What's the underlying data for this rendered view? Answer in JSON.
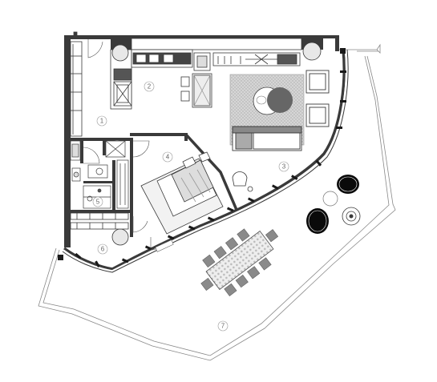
{
  "rooms": [
    {
      "number": "1"
    },
    {
      "number": "2"
    },
    {
      "number": "3"
    },
    {
      "number": "4"
    },
    {
      "number": "5"
    },
    {
      "number": "6"
    },
    {
      "number": "7"
    }
  ],
  "colors": {
    "wall": "#3a3a3a",
    "furniture": "#555555",
    "rug": "#c9c9c9",
    "chair": "#8a8a8a",
    "table_top": "#e2e2e2",
    "shrub": "#0a0a0a",
    "coffee_table": "#6e6e6e",
    "label_circle": "#999999"
  }
}
